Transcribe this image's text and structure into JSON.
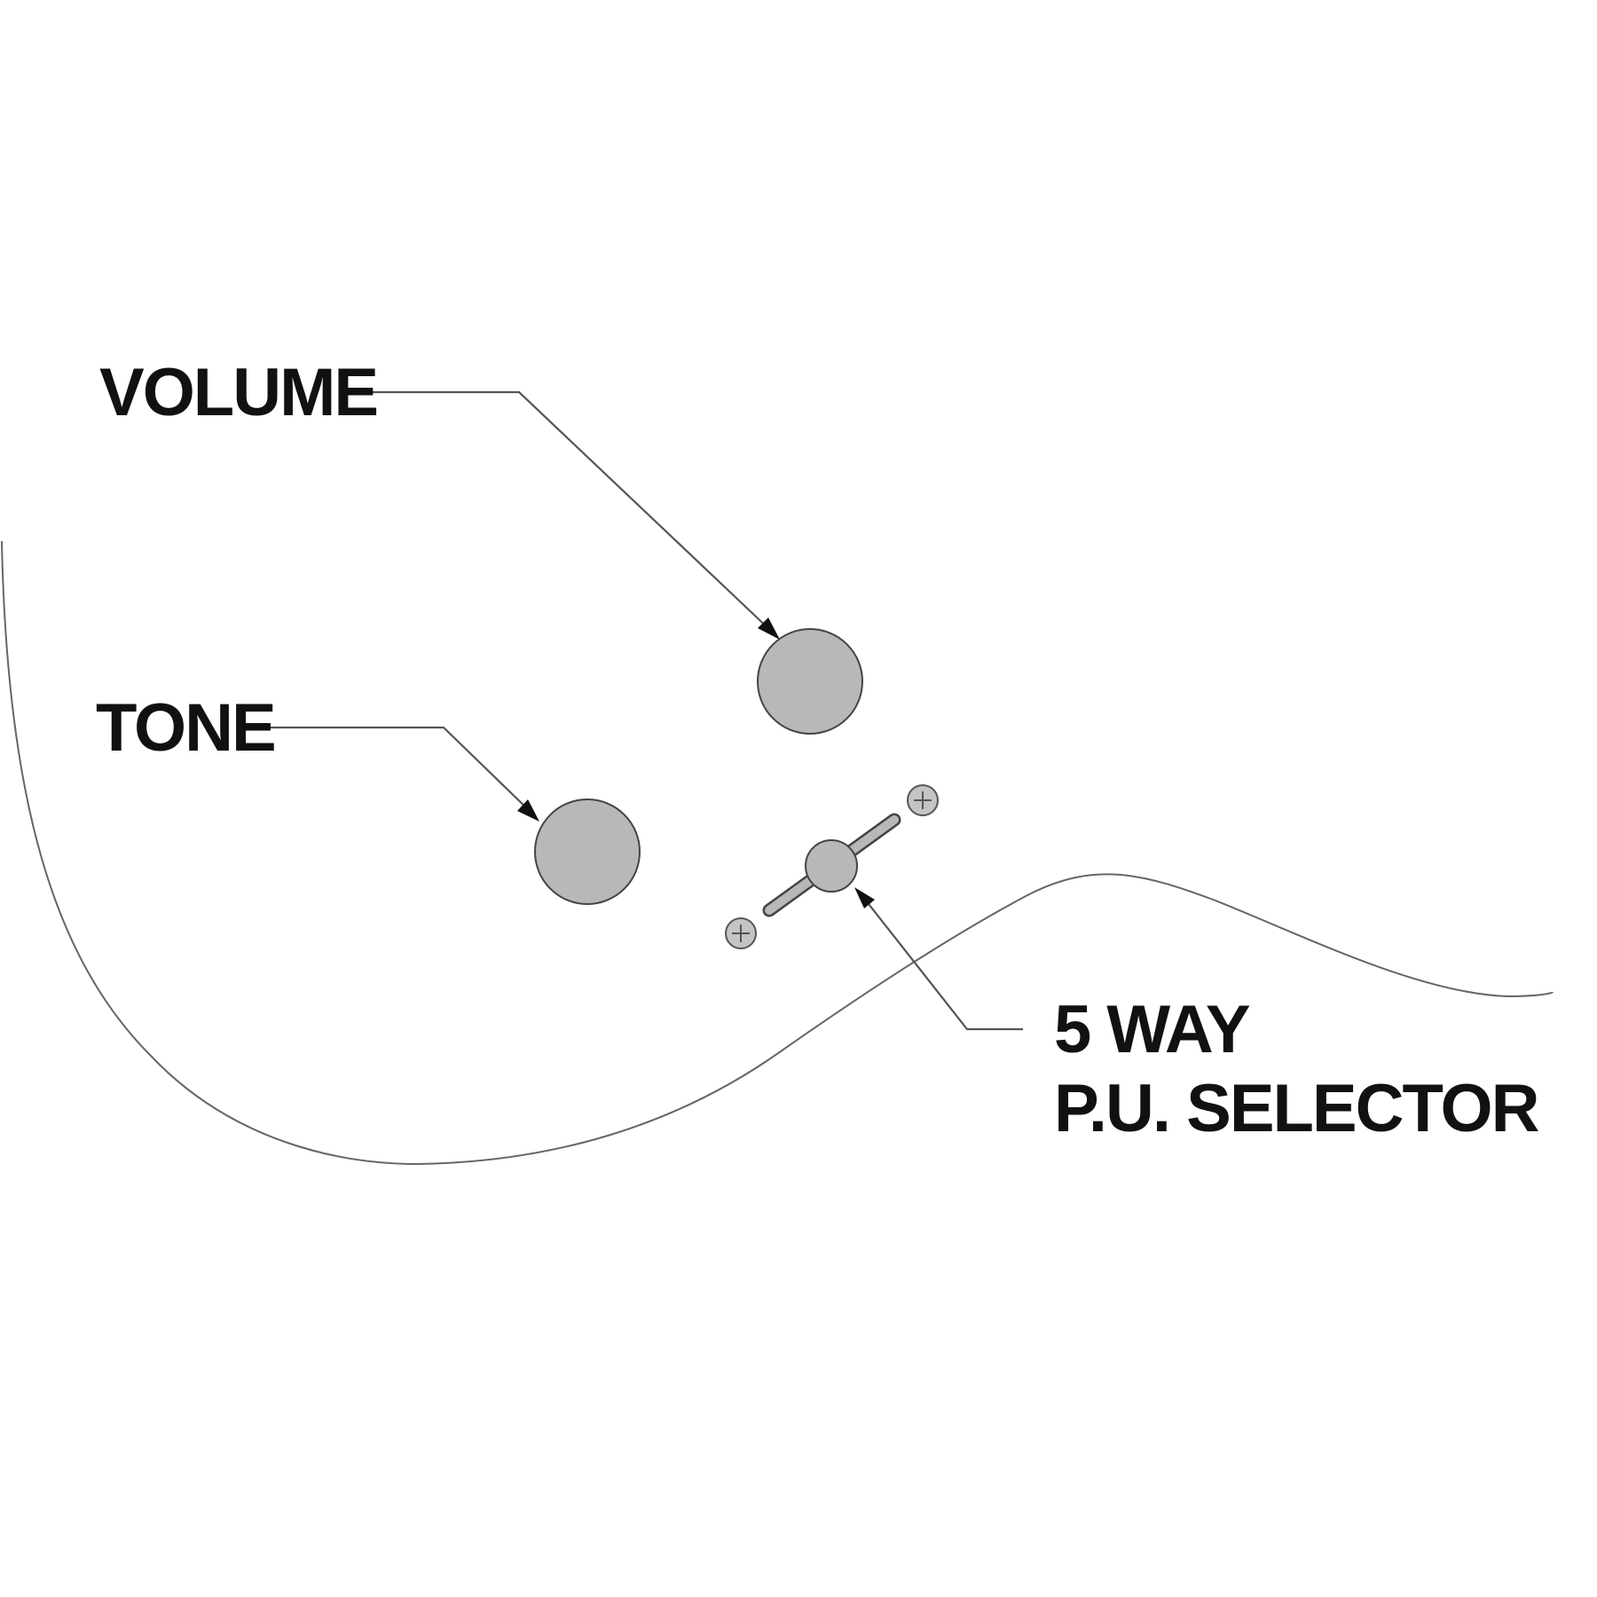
{
  "labels": {
    "volume": "VOLUME",
    "tone": "TONE",
    "selector_line1": "5 WAY",
    "selector_line2": "P.U. SELECTOR"
  },
  "colors": {
    "control_fill": "#b8b8b8",
    "outline": "#444444",
    "text": "#111111",
    "background": "#ffffff"
  },
  "icons": {
    "screw": "phillips-screw-icon"
  }
}
